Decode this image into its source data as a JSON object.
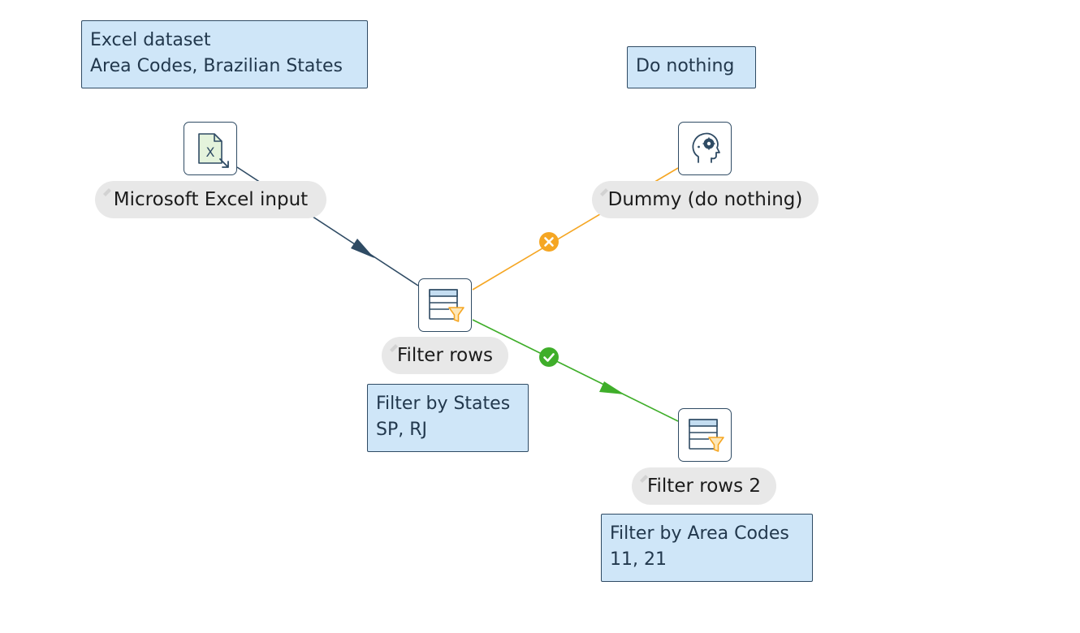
{
  "notes": {
    "excel": {
      "line1": "Excel dataset",
      "line2": "Area Codes, Brazilian States"
    },
    "dummy": {
      "line1": "Do nothing"
    },
    "filter1": {
      "line1": "Filter by States",
      "line2": "SP, RJ"
    },
    "filter2": {
      "line1": "Filter by Area Codes",
      "line2": "11, 21"
    }
  },
  "steps": {
    "excel_input": {
      "label": "Microsoft Excel input",
      "icon": "excel-file-icon"
    },
    "dummy": {
      "label": "Dummy (do nothing)",
      "icon": "head-gear-icon"
    },
    "filter_rows": {
      "label": "Filter rows",
      "icon": "filter-table-icon"
    },
    "filter_rows_2": {
      "label": "Filter rows 2",
      "icon": "filter-table-icon"
    }
  },
  "hops": {
    "excel_to_filter": {
      "from": "Microsoft Excel input",
      "to": "Filter rows",
      "color": "#2f4b64"
    },
    "filter_false": {
      "from": "Filter rows",
      "to": "Dummy (do nothing)",
      "result": "false",
      "icon": "error-x-icon",
      "color": "#f5a623"
    },
    "filter_true": {
      "from": "Filter rows",
      "to": "Filter rows 2",
      "result": "true",
      "icon": "check-icon",
      "color": "#3fae2a"
    }
  },
  "colors": {
    "note_bg": "#cfe6f8",
    "note_border": "#2f4b64",
    "label_bg": "#e8e8e8",
    "hop_default": "#2f4b64",
    "hop_false": "#f5a623",
    "hop_true": "#3fae2a"
  }
}
